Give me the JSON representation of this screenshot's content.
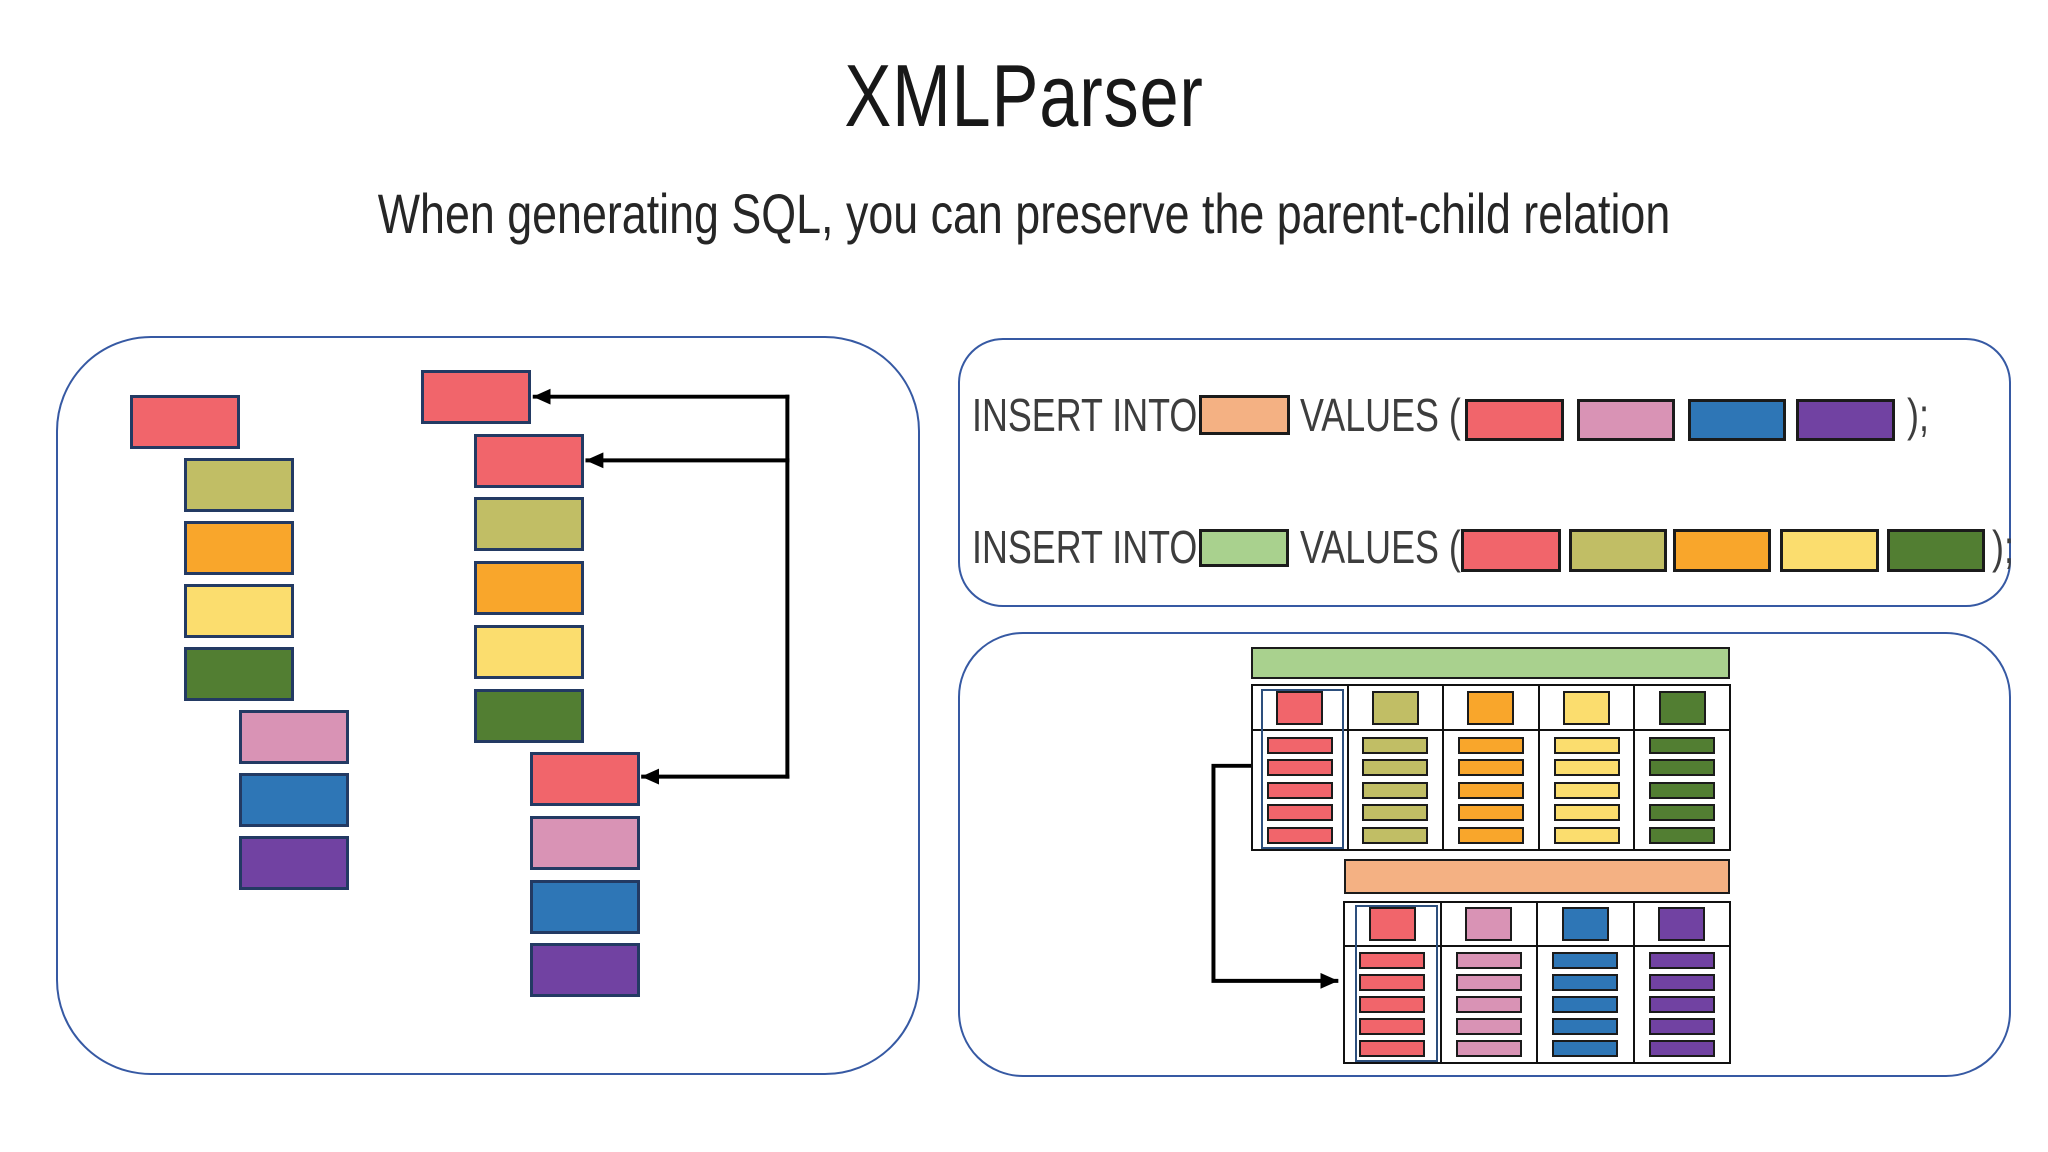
{
  "title": "XMLParser",
  "subtitle": "When generating SQL, you can preserve the parent-child relation",
  "palette": {
    "red": "#F1656B",
    "olive": "#C1BE65",
    "orange": "#F9A62B",
    "yellow": "#FBDD6E",
    "green": "#527E32",
    "pink": "#D993B5",
    "blue": "#2E76B6",
    "purple": "#7142A2",
    "peach": "#F4B183",
    "lightgreen": "#A9D18E"
  },
  "accents": {
    "panel_border": "#3659A3",
    "block_border": "#233A63",
    "box_border": "#1B1B1B",
    "selection_border": "#2D4F7D",
    "arrow": "#000000",
    "text": "#3D3D3D"
  },
  "xml_tree": {
    "stacks": [
      {
        "name": "xml-node-stack-1",
        "blocks": [
          {
            "color": "red",
            "indent": 0
          },
          {
            "color": "olive",
            "indent": 1
          },
          {
            "color": "orange",
            "indent": 1
          },
          {
            "color": "yellow",
            "indent": 1
          },
          {
            "color": "green",
            "indent": 1
          },
          {
            "color": "pink",
            "indent": 2
          },
          {
            "color": "blue",
            "indent": 2
          },
          {
            "color": "purple",
            "indent": 2
          }
        ]
      },
      {
        "name": "xml-node-stack-2",
        "blocks": [
          {
            "color": "red",
            "indent": 0
          },
          {
            "color": "red",
            "indent": 1
          },
          {
            "color": "olive",
            "indent": 1
          },
          {
            "color": "orange",
            "indent": 1
          },
          {
            "color": "yellow",
            "indent": 1
          },
          {
            "color": "green",
            "indent": 1
          },
          {
            "color": "red",
            "indent": 2
          },
          {
            "color": "pink",
            "indent": 2
          },
          {
            "color": "blue",
            "indent": 2
          },
          {
            "color": "purple",
            "indent": 2
          }
        ],
        "arrow_target_indices": [
          0,
          1,
          6
        ]
      }
    ]
  },
  "insert_statements": [
    {
      "keyword": "INSERT INTO",
      "table_color": "peach",
      "values_keyword": "VALUES (",
      "value_colors": [
        "red",
        "pink",
        "blue",
        "purple"
      ],
      "terminator": ");"
    },
    {
      "keyword": "INSERT INTO",
      "table_color": "lightgreen",
      "values_keyword": "VALUES (",
      "value_colors": [
        "red",
        "olive",
        "orange",
        "yellow",
        "green"
      ],
      "terminator": ");"
    }
  ],
  "tables": [
    {
      "name": "child-table",
      "header_bar_color": "lightgreen",
      "column_colors": [
        "red",
        "olive",
        "orange",
        "yellow",
        "green"
      ],
      "body_rows": 5,
      "selected_column": 0
    },
    {
      "name": "parent-table",
      "header_bar_color": "peach",
      "column_colors": [
        "red",
        "pink",
        "blue",
        "purple"
      ],
      "body_rows": 5,
      "selected_column": 0
    }
  ]
}
